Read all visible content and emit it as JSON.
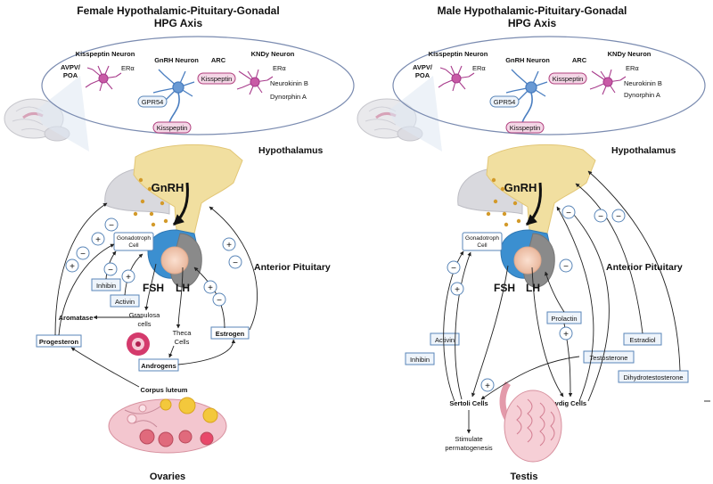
{
  "female": {
    "title_line1": "Female Hypothalamic-Pituitary-Gonadal",
    "title_line2": "HPG Axis",
    "kisspeptin_neuron": "Kisspeptin Neuron",
    "avpv_line1": "AVPV/",
    "avpv_line2": "POA",
    "era_left": "ERα",
    "gnrh_neuron": "GnRH Neuron",
    "arc": "ARC",
    "kndy_neuron": "KNDy Neuron",
    "era_right": "ERα",
    "neurokinin": "Neurokinin B",
    "dynorphin": "Dynorphin A",
    "kisspeptin_tag1": "Kisspeptin",
    "gpr54": "GPR54",
    "kisspeptin_tag2": "Kisspeptin",
    "hypothalamus": "Hypothalamus",
    "gnrh": "GnRH",
    "gonadotroph_line1": "Gonadotroph",
    "gonadotroph_line2": "Cell",
    "anterior_pituitary": "Anterior Pituitary",
    "fsh": "FSH",
    "lh": "LH",
    "inhibin": "Inhibin",
    "activin": "Activin",
    "granulosa_line1": "Granulosa",
    "granulosa_line2": "cells",
    "aromatase": "Aromatase",
    "theca_line1": "Theca",
    "theca_line2": "Cells",
    "progesteron": "Progesteron",
    "estrogen": "Estrogen",
    "androgens": "Androgens",
    "corpus_luteum": "Corpus luteum",
    "ovaries": "Ovaries"
  },
  "male": {
    "title_line1": "Male Hypothalamic-Pituitary-Gonadal",
    "title_line2": "HPG Axis",
    "kisspeptin_neuron": "Kisspeptin Neuron",
    "avpv_line1": "AVPV/",
    "avpv_line2": "POA",
    "era_left": "ERα",
    "gnrh_neuron": "GnRH Neuron",
    "arc": "ARC",
    "kndy_neuron": "KNDy Neuron",
    "era_right": "ERα",
    "neurokinin": "Neurokinin B",
    "dynorphin": "Dynorphin A",
    "kisspeptin_tag1": "Kisspeptin",
    "gpr54": "GPR54",
    "kisspeptin_tag2": "Kisspeptin",
    "hypothalamus": "Hypothalamus",
    "gnrh": "GnRH",
    "gonadotroph_line1": "Gonadotroph",
    "gonadotroph_line2": "Cell",
    "anterior_pituitary": "Anterior Pituitary",
    "fsh": "FSH",
    "lh": "LH",
    "prolactin": "Prolactin",
    "activin": "Activin",
    "inhibin": "Inhibin",
    "estradiol": "Estradiol",
    "testosterone": "Testosterone",
    "dihydrotestosterone": "Dihydrotestosterone",
    "sertoli": "Sertoli Cells",
    "leydig": "Leydig Cells",
    "stimulate_line1": "Stimulate",
    "stimulate_line2": "permatogenesis",
    "testis": "Testis"
  },
  "signs": {
    "plus": "+",
    "minus": "−"
  },
  "colors": {
    "hypothalamus_fill": "#f1dfa0",
    "pituitary_blue": "#3b8fd0",
    "pituitary_gray": "#8a8a8a",
    "pink_tag_fill": "#f4d6e6",
    "pink_tag_stroke": "#b0407e",
    "blue_tag_fill": "#eef4fb",
    "blue_tag_stroke": "#5a86b8",
    "neuron_magenta": "#a83c8c",
    "neuron_blue": "#4a7ec0"
  }
}
